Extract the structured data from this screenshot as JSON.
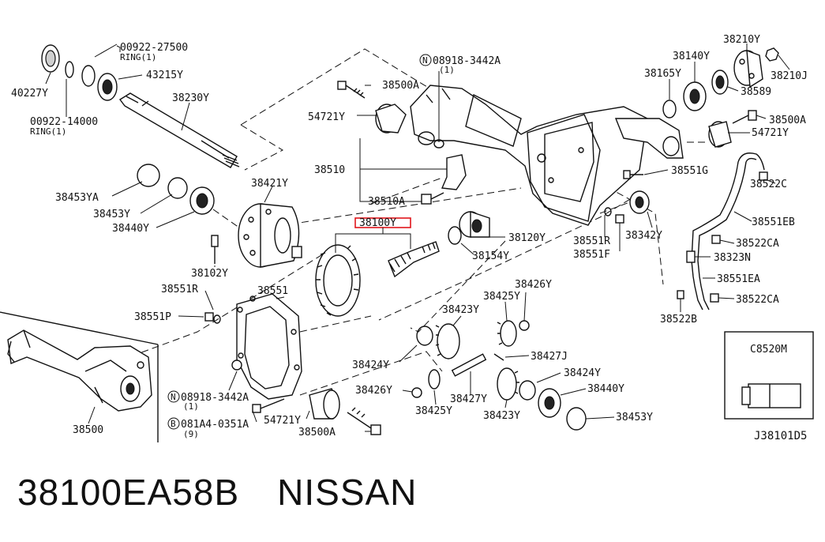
{
  "diagram": {
    "labels": {
      "p40227Y": "40227Y",
      "p0092227500": "00922-27500",
      "ring1a": "RING(1)",
      "p43215Y": "43215Y",
      "p38230Y": "38230Y",
      "p0092214000": "00922-14000",
      "ring1b": "RING(1)",
      "p38500Aa": "38500A",
      "p54721Ya": "54721Y",
      "p08918a": "08918-3442A",
      "p08918a_qty": "(1)",
      "p38510": "38510",
      "p38510A": "38510A",
      "p38453YA": "38453YA",
      "p38453Ya": "38453Y",
      "p38440Ya": "38440Y",
      "p38421Y": "38421Y",
      "p38102Y": "38102Y",
      "p38100Y": "38100Y",
      "p38120Y": "38120Y",
      "p38154Y": "38154Y",
      "p38551R_a": "38551R",
      "p38551F": "38551F",
      "p38342Y": "38342Y",
      "p38551G": "38551G",
      "p38140Y": "38140Y",
      "p38165Y": "38165Y",
      "p38210Y": "38210Y",
      "p38210J": "38210J",
      "p38589": "38589",
      "p38500Ab": "38500A",
      "p54721Yb": "54721Y",
      "p38522C": "38522C",
      "p38551EB": "38551EB",
      "p38522CAa": "38522CA",
      "p38323N": "38323N",
      "p38551EA": "38551EA",
      "p38522CAb": "38522CA",
      "p38522B": "38522B",
      "p38551R_b": "38551R",
      "p38551": "38551",
      "p38551P": "38551P",
      "p38426Ya": "38426Y",
      "p38425Ya": "38425Y",
      "p38423Ya": "38423Y",
      "p38427J": "38427J",
      "p38424Ya": "38424Y",
      "p38424Yb": "38424Y",
      "p38426Yb": "38426Y",
      "p38427Y": "38427Y",
      "p38440Yb": "38440Y",
      "p38425Yb": "38425Y",
      "p38423Yb": "38423Y",
      "p38453Yb": "38453Y",
      "p38500": "38500",
      "p08918b": "08918-3442A",
      "p08918b_qty": "(1)",
      "p081A4": "081A4-0351A",
      "p081A4_qty": "(9)",
      "p54721Yc": "54721Y",
      "p38500Ac": "38500A",
      "p_C8520M": "C8520M",
      "ref_code": "J38101D5",
      "circle_N": "N",
      "circle_B": "B"
    },
    "highlight_color": "#e0161c"
  },
  "footer": {
    "part_number": "38100EA58B",
    "brand": "NISSAN"
  }
}
